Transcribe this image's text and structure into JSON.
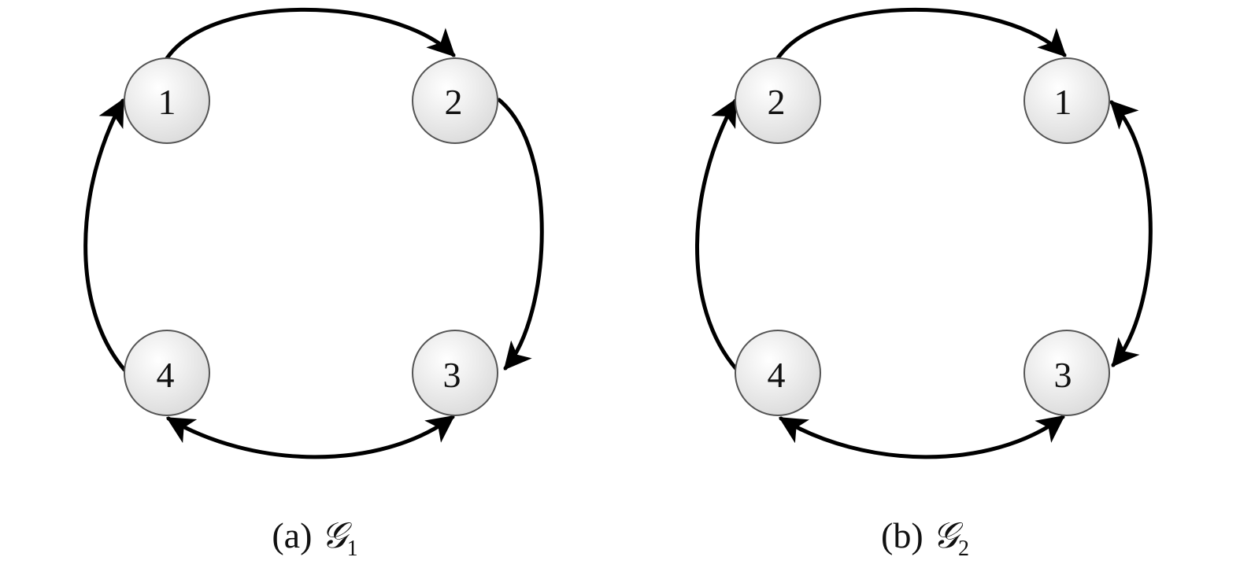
{
  "colors": {
    "edge": "#000000",
    "node_fill_top": "#ffffff",
    "node_fill_bottom": "#dcdcdc",
    "node_stroke": "#555555",
    "text": "#111111"
  },
  "graphs": [
    {
      "caption": {
        "prefix": "(a) ",
        "symbol": "𝒢",
        "subscript": "1"
      },
      "nodes": [
        {
          "id": "tl",
          "label": "1"
        },
        {
          "id": "tr",
          "label": "2"
        },
        {
          "id": "br",
          "label": "3"
        },
        {
          "id": "bl",
          "label": "4"
        }
      ],
      "edges": [
        {
          "from": "1",
          "to": "2",
          "bidirectional": false
        },
        {
          "from": "2",
          "to": "3",
          "bidirectional": false
        },
        {
          "from": "4",
          "to": "1",
          "bidirectional": false
        },
        {
          "from": "3",
          "to": "4",
          "bidirectional": true
        }
      ]
    },
    {
      "caption": {
        "prefix": "(b) ",
        "symbol": "𝒢",
        "subscript": "2"
      },
      "nodes": [
        {
          "id": "tl",
          "label": "2"
        },
        {
          "id": "tr",
          "label": "1"
        },
        {
          "id": "br",
          "label": "3"
        },
        {
          "id": "bl",
          "label": "4"
        }
      ],
      "edges": [
        {
          "from": "2",
          "to": "1",
          "bidirectional": false
        },
        {
          "from": "1",
          "to": "3",
          "bidirectional": true
        },
        {
          "from": "4",
          "to": "2",
          "bidirectional": false
        },
        {
          "from": "3",
          "to": "4",
          "bidirectional": true
        }
      ]
    }
  ]
}
